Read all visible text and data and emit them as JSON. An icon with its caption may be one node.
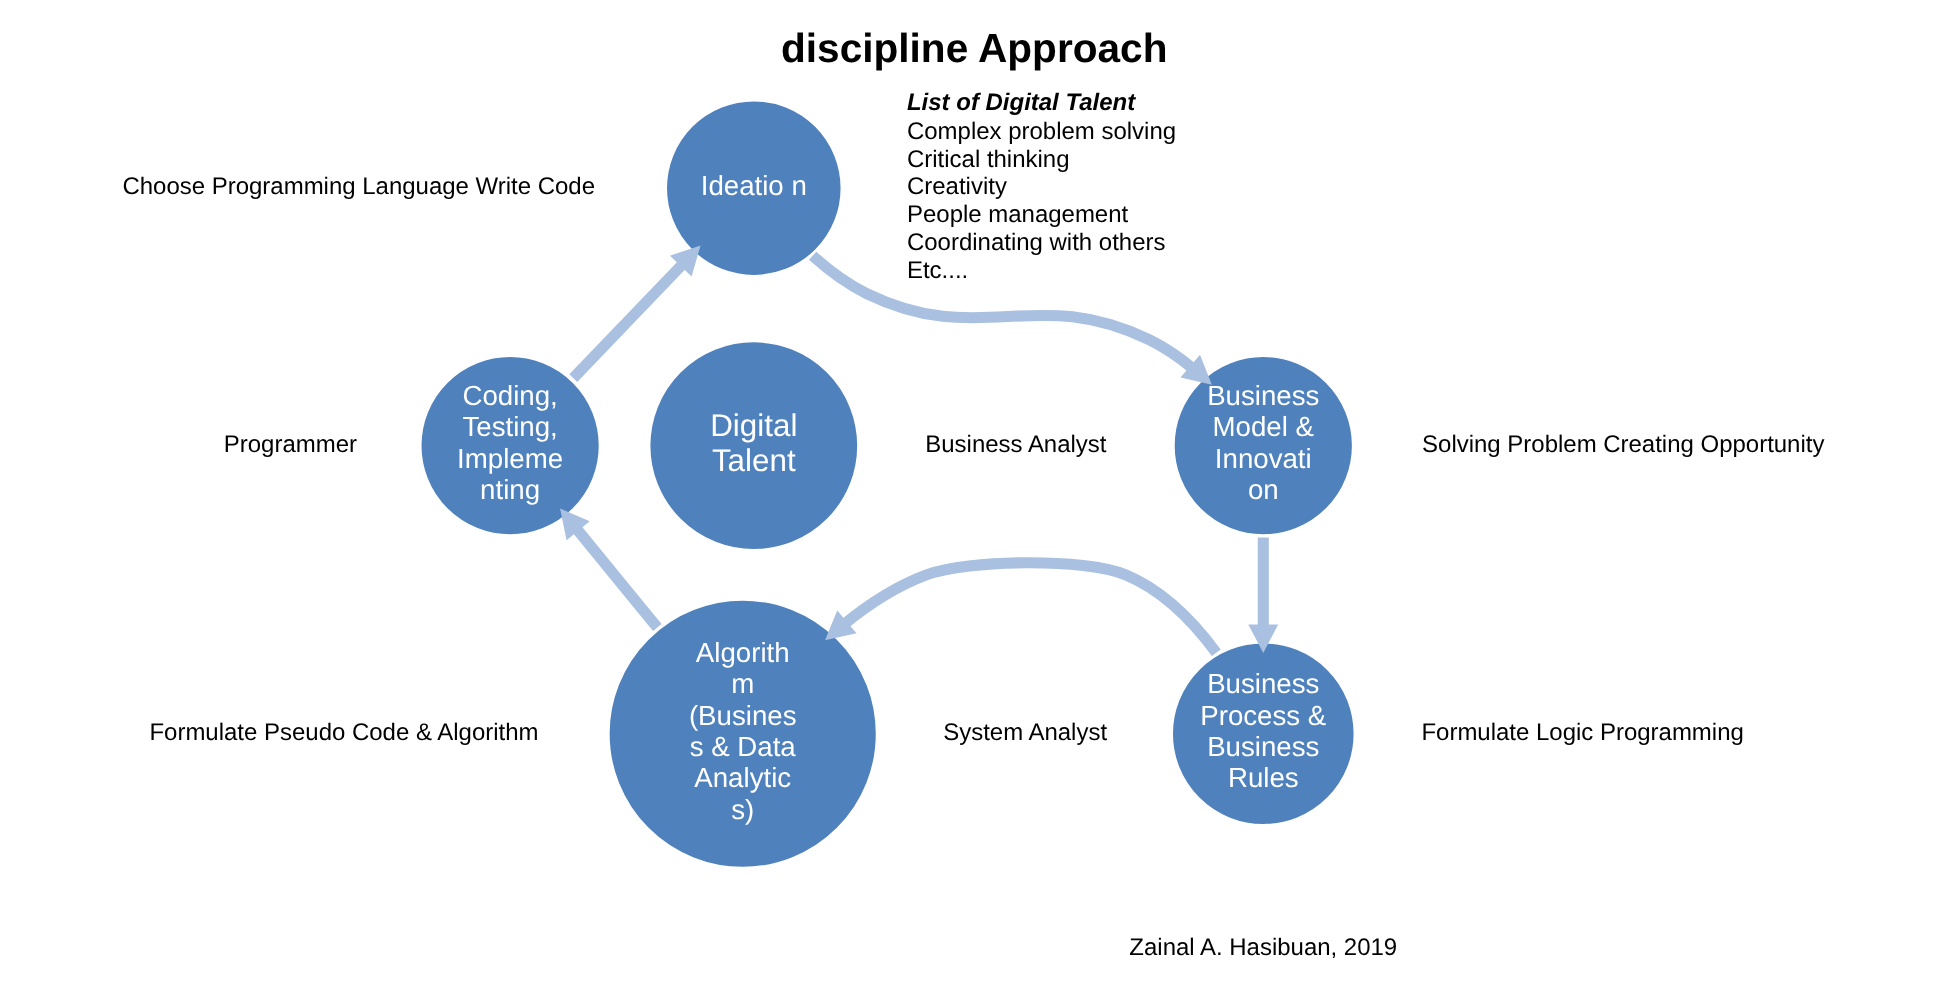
{
  "diagram": {
    "title": "discipline Approach",
    "nodes": [
      {
        "text": [
          "Ideatio n"
        ]
      },
      {
        "text": [
          "Business Model & Innovati on"
        ]
      },
      {
        "text": [
          "Business Process & Business Rules"
        ]
      },
      {
        "text": [
          "Algorith m (Busines s & Data Analytic s)"
        ]
      },
      {
        "text": [
          "Coding, Testing, Impleme nting"
        ]
      },
      {
        "text": [
          "Digital Talent"
        ]
      }
    ],
    "edges": [
      {
        "from": 0,
        "to": 1,
        "arrow": "to"
      },
      {
        "from": 1,
        "to": 2,
        "arrow": "to"
      },
      {
        "from": 2,
        "to": 3,
        "arrow": "to"
      },
      {
        "from": 3,
        "to": 4,
        "arrow": "to"
      },
      {
        "from": 4,
        "to": 0,
        "arrow": "to"
      }
    ],
    "labels": [
      "List of Digital Talent",
      "Complex problem solving",
      "Critical thinking",
      "Creativity",
      "People management",
      "Coordinating with others",
      "Etc....",
      "Choose Programming Language Write Code",
      "Solving Problem Creating Opportunity",
      "Programmer",
      "Business Analyst",
      "System Analyst",
      "Formulate Pseudo Code & Algorithm",
      "Formulate Logic Programming",
      "Zainal A. Hasibuan, 2019"
    ]
  }
}
